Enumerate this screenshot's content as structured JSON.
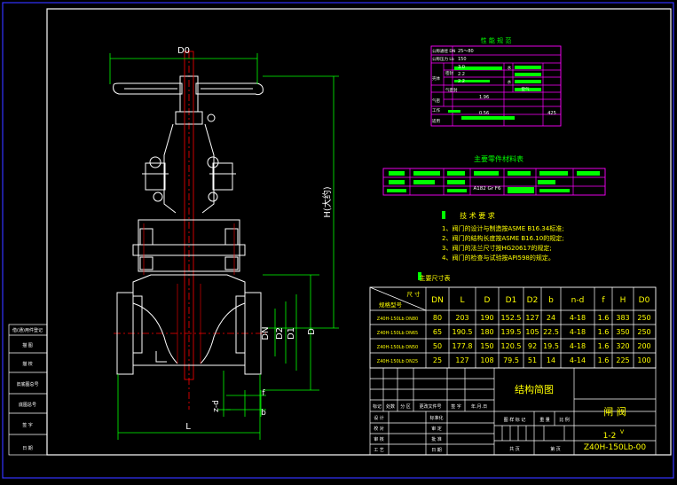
{
  "colors": {
    "background": "#000000",
    "frame": "#3333ff",
    "outline": "#ffffff",
    "dimension": "#00ff00",
    "table_border": "#ff00ff",
    "text_yellow": "#ffff00",
    "red_line": "#ff0000"
  },
  "dims": {
    "D0": "D0",
    "H": "H(大约)",
    "DN": "DN",
    "D2": "D2",
    "D1": "D1",
    "D": "D",
    "L": "L",
    "zd": "z-d",
    "f": "f",
    "b": "b"
  },
  "perf_table": {
    "title": "性 能 规 范",
    "rows": [
      "公称通径  DN",
      "公称压力  Lb",
      "壳体",
      "密封",
      "气密封",
      "工作温度",
      "适用介质"
    ],
    "values": [
      "25～80",
      "150",
      "3.0",
      "2.2",
      "2.2",
      "",
      "1.96",
      "",
      "0.56"
    ],
    "small_labels": [
      "水",
      "水",
      "空气"
    ],
    "extra_value": "425"
  },
  "materials": {
    "title": "主要零件材料表",
    "cell_text": "A182 Gr F6"
  },
  "tech": {
    "title": "技 术 要 求",
    "items": [
      "1、阀门的设计与制造按ASME B16.34标准;",
      "2、阀门的结构长度按ASME B16.10的规定;",
      "3、阀门的法兰尺寸按HG20617的规定;",
      "4、阀门的检查与试验按API598的规定。"
    ]
  },
  "dim_table": {
    "title": "主要尺寸表",
    "corner_top": "尺   寸",
    "corner_bottom": "规格型号",
    "headers": [
      "DN",
      "L",
      "D",
      "D1",
      "D2",
      "b",
      "n-d",
      "f",
      "H",
      "D0"
    ],
    "rows": [
      [
        "Z40H-150Lb DN80",
        "80",
        "203",
        "190",
        "152.5",
        "127",
        "24",
        "4-18",
        "1.6",
        "383",
        "250"
      ],
      [
        "Z40H-150Lb DN65",
        "65",
        "190.5",
        "180",
        "139.5",
        "105",
        "22.5",
        "4-18",
        "1.6",
        "350",
        "250"
      ],
      [
        "Z40H-150Lb DN50",
        "50",
        "177.8",
        "150",
        "120.5",
        "92",
        "19.5",
        "4-18",
        "1.6",
        "320",
        "200"
      ],
      [
        "Z40H-150Lb DN25",
        "25",
        "127",
        "108",
        "79.5",
        "51",
        "14",
        "4-14",
        "1.6",
        "225",
        "100"
      ]
    ]
  },
  "side_table": {
    "rows": [
      "借(通)用件登记",
      "描    图",
      "描    校",
      "旧底图总号",
      "底图总号",
      "签    字",
      "日    期"
    ]
  },
  "title_block": {
    "drawing_name": "结构简图",
    "product": "闸    阀",
    "scale_label": "1-2",
    "scale_mark": "V",
    "model": "Z40H-150Lb-00",
    "rev_labels": [
      "标记",
      "处数",
      "分  区",
      "更改文件号",
      "签  字",
      "年.月.日"
    ],
    "left_labels": [
      "设  计",
      "校  对",
      "审  核",
      "工  艺"
    ],
    "mid_labels": [
      "标准化",
      "审  定",
      "批  准",
      "日  期"
    ],
    "stage_labels": [
      "图 样 标 记",
      "重  量",
      "比  例"
    ],
    "sheet_labels": [
      "共      页",
      "第      页"
    ]
  }
}
